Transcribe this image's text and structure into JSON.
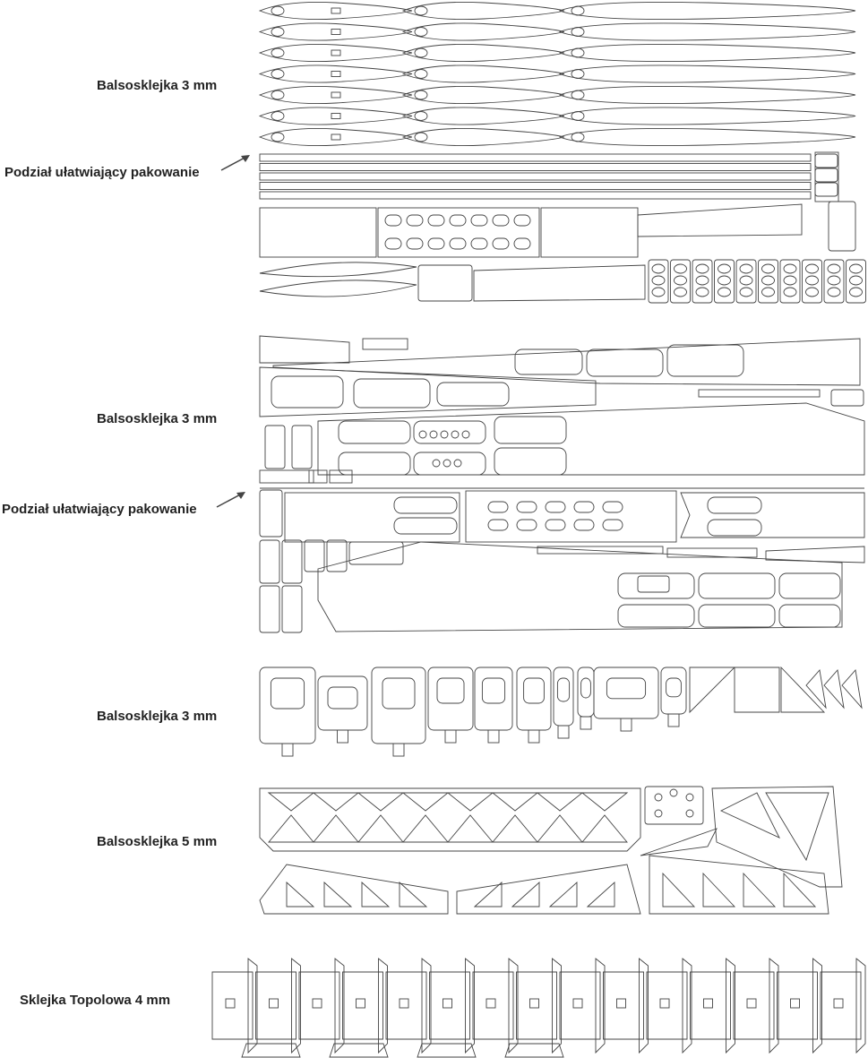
{
  "sections": [
    {
      "material": "Balsosklejka 3 mm",
      "note": "Podział ułatwiający pakowanie"
    },
    {
      "material": "Balsosklejka 3 mm",
      "note": "Podział ułatwiający pakowanie"
    },
    {
      "material": "Balsosklejka 3 mm"
    },
    {
      "material": "Balsosklejka 5 mm"
    },
    {
      "material": "Sklejka Topolowa 4 mm"
    }
  ],
  "colors": {
    "line": "#444444",
    "text": "#222222"
  }
}
